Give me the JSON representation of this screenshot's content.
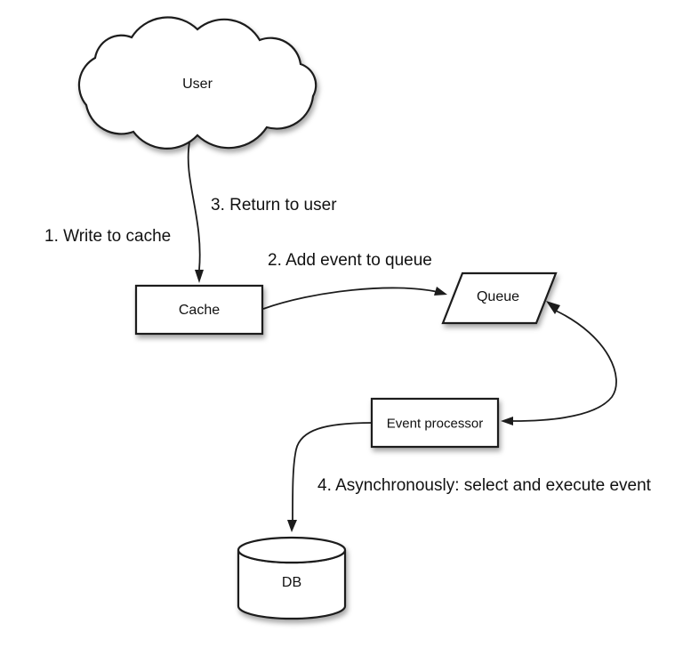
{
  "diagram": {
    "background": "#ffffff",
    "shape_fill": "#ffffff",
    "shape_stroke": "#1c1c1c",
    "text_color": "#111111",
    "nodes": {
      "user": {
        "label": "User",
        "shape": "cloud"
      },
      "cache": {
        "label": "Cache",
        "shape": "rectangle"
      },
      "queue": {
        "label": "Queue",
        "shape": "parallelogram"
      },
      "event_processor": {
        "label": "Event processor",
        "shape": "rectangle"
      },
      "db": {
        "label": "DB",
        "shape": "cylinder"
      }
    },
    "edges": [
      {
        "from": "user",
        "to": "cache",
        "label": "1. Write to cache",
        "style": "curved-arrow"
      },
      {
        "from": "cache",
        "to": "queue",
        "label": "2. Add event to queue",
        "style": "curved-arrow"
      },
      {
        "from": "cache",
        "to": "user",
        "label": "3. Return to user",
        "style": "label-on-user-cache-arrow"
      },
      {
        "from": "queue",
        "to": "event_processor",
        "label": "4. Asynchronously: select and execute event",
        "style": "curved-double-arrow"
      },
      {
        "from": "event_processor",
        "to": "db",
        "label": "",
        "style": "curved-arrow"
      }
    ]
  }
}
